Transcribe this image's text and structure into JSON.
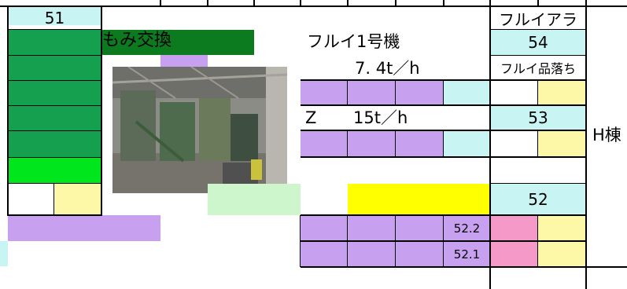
{
  "colors": {
    "dark_green": "#15a050",
    "banner_green": "#0c7a1f",
    "bright_green": "#00e61c",
    "lavender": "#c8a0f0",
    "light_cyan": "#c8f4f4",
    "light_yellow": "#fdf8a8",
    "yellow": "#ffff00",
    "pink": "#f59ac8",
    "pale_green": "#cdf6cd"
  },
  "labels": {
    "bin51": "51",
    "husk_exchange": "もみ交換",
    "sieve_machine_1": "フルイ1号機",
    "rate_7_4": "7. 4t／h",
    "sieve_ara": "フルイアラ",
    "bin54": "54",
    "sieve_drop": "フルイ品落ち",
    "z_label": "Z",
    "rate_15": "15t／h",
    "bin53": "53",
    "building_h": "H棟",
    "bin52": "52",
    "val_52_2": "52.2",
    "val_52_1": "52.1"
  },
  "photo": {
    "icon": "factory-photo"
  }
}
